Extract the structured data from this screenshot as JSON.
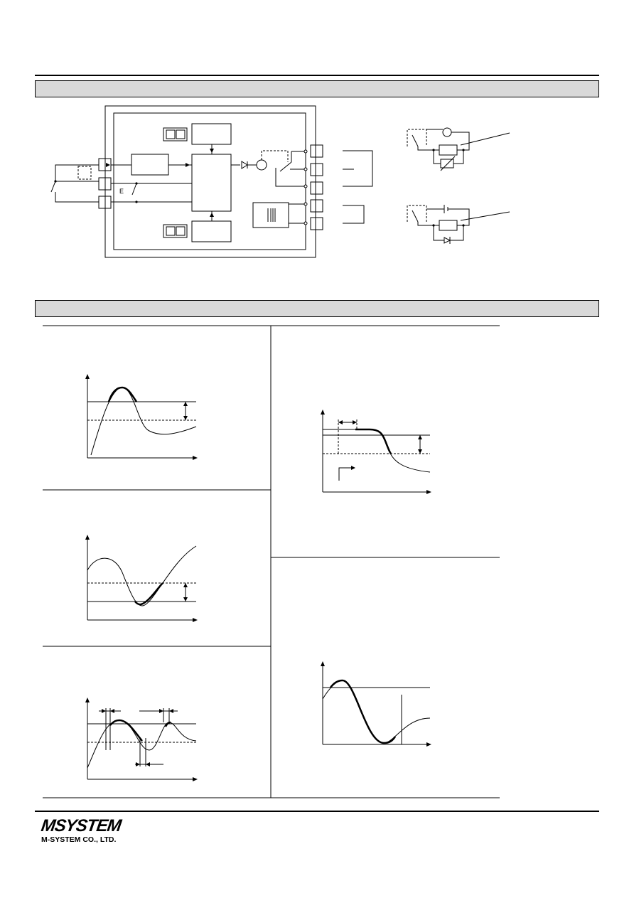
{
  "diagram": {
    "e_label": "E"
  },
  "footer": {
    "logo": "MSYSTEM",
    "company": "M-SYSTEM CO., LTD."
  }
}
